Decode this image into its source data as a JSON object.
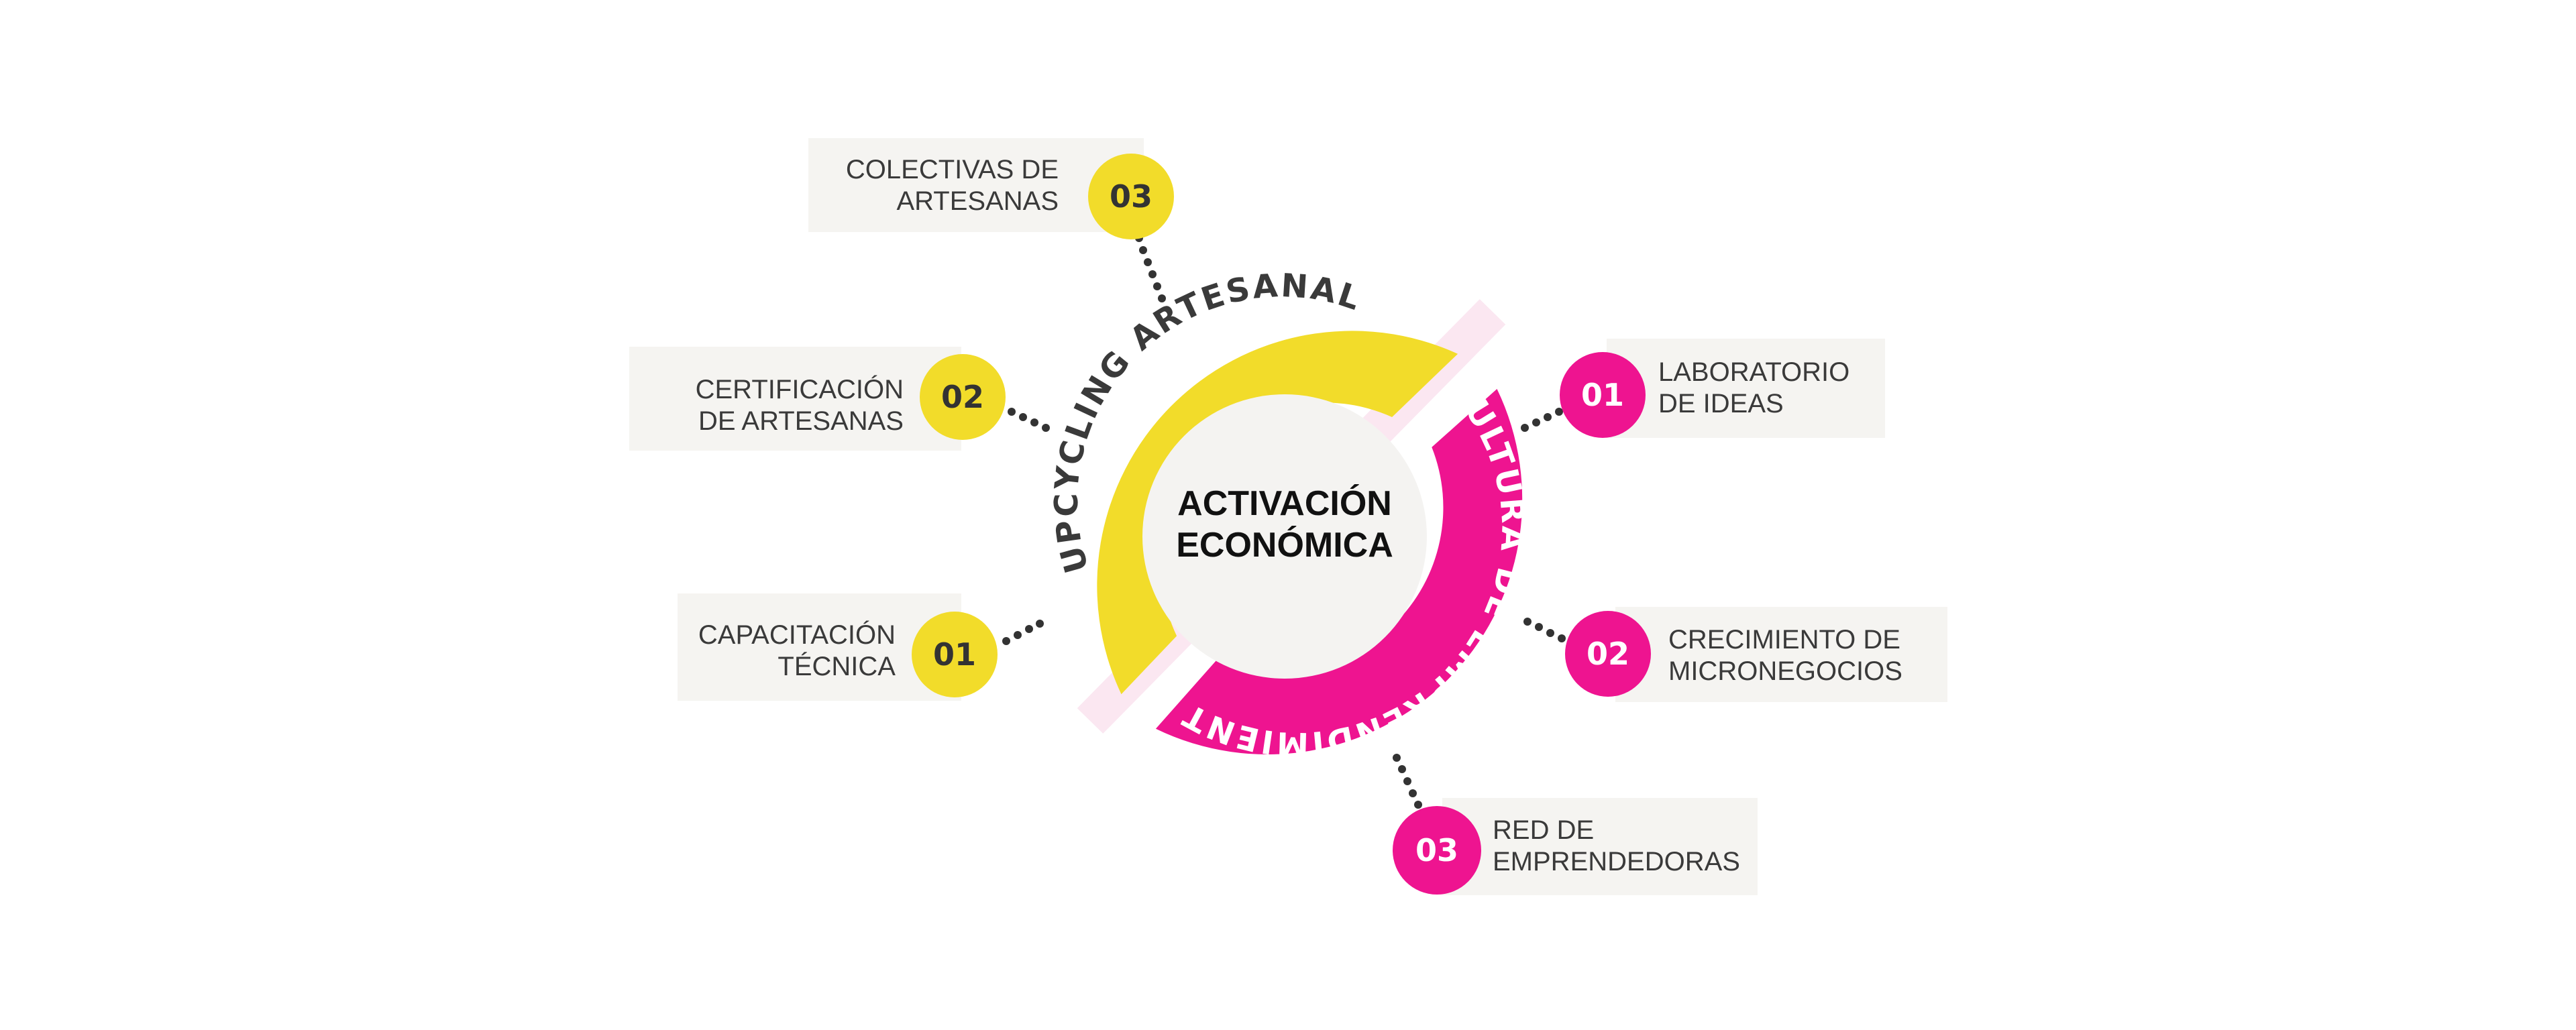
{
  "center": {
    "line1": "ACTIVACIÓN",
    "line2": "ECONÓMICA"
  },
  "arcs": {
    "yellow_label": "UPCYCLING ARTESANAL",
    "pink_label": "CULTURA DE EMPRENDIMIENTO"
  },
  "colors": {
    "yellow": "#f2dc2a",
    "pink": "#ee1490",
    "label_bg": "#f5f4f1",
    "center_bg": "#f4f3f1",
    "dots": "#333333",
    "number_dark": "#333333",
    "number_light": "#ffffff"
  },
  "items": {
    "y03": {
      "number": "03",
      "line1": "COLECTIVAS DE",
      "line2": "ARTESANAS"
    },
    "y02": {
      "number": "02",
      "line1": "CERTIFICACIÓN",
      "line2": "DE ARTESANAS"
    },
    "y01": {
      "number": "01",
      "line1": "CAPACITACIÓN",
      "line2": "TÉCNICA"
    },
    "p01": {
      "number": "01",
      "line1": "LABORATORIO",
      "line2": "DE IDEAS"
    },
    "p02": {
      "number": "02",
      "line1": "CRECIMIENTO DE",
      "line2": "MICRONEGOCIOS"
    },
    "p03": {
      "number": "03",
      "line1": "RED DE",
      "line2": "EMPRENDEDORAS"
    }
  }
}
